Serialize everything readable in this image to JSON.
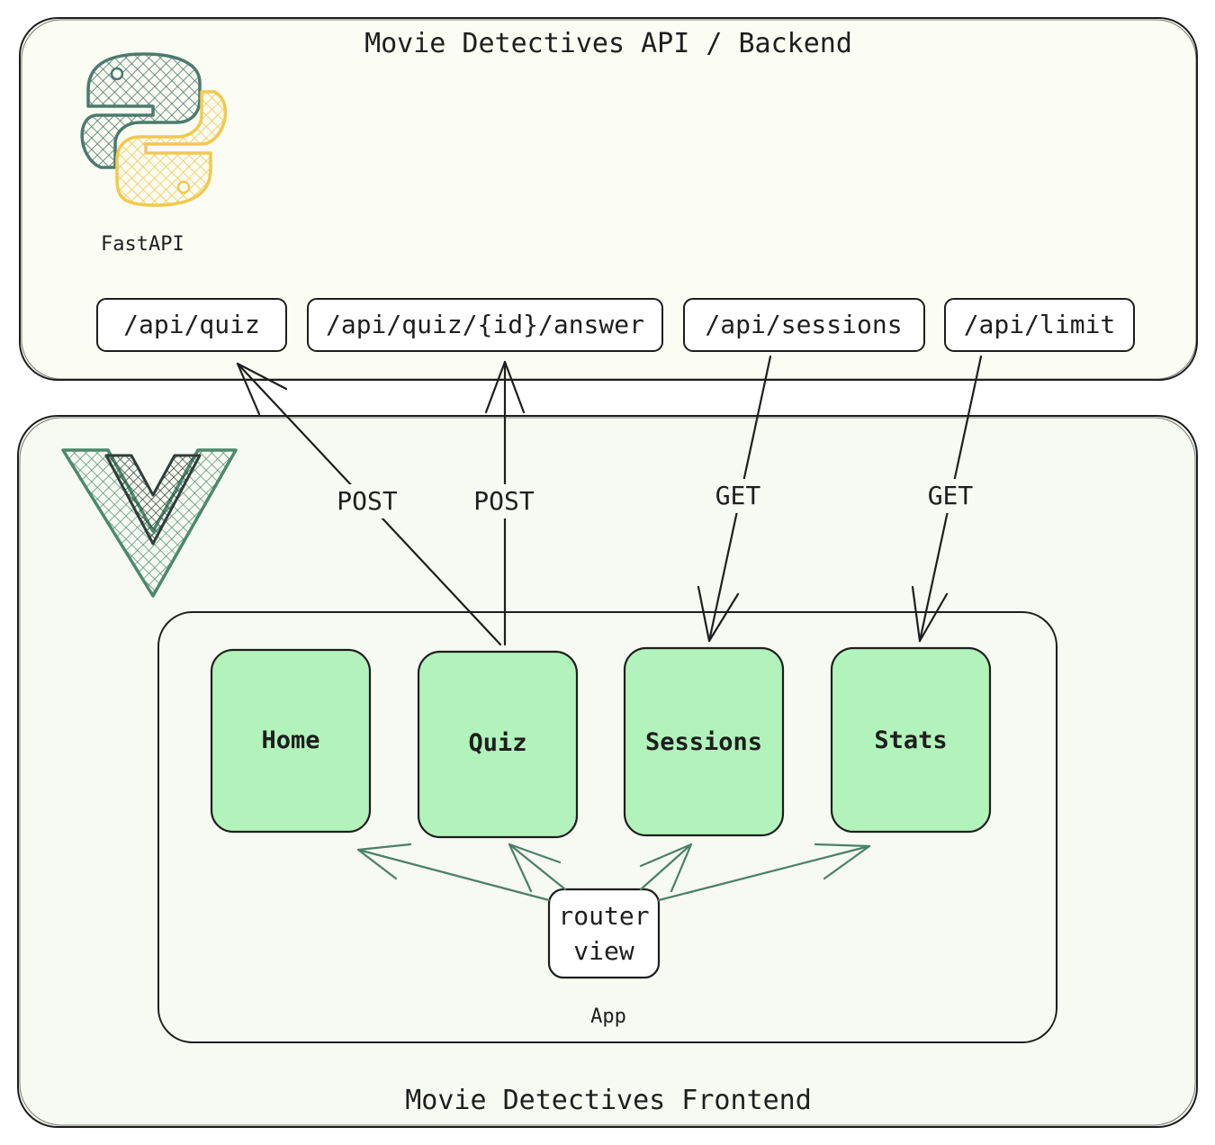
{
  "backend": {
    "title": "Movie Detectives API / Backend",
    "framework_label": "FastAPI",
    "logo_icon": "python-logo-icon",
    "logo_colors": {
      "blue": "#4a7a6e",
      "yellow": "#f2c94c"
    },
    "fill": "#fbfcf3",
    "endpoints": [
      {
        "label": "/api/quiz"
      },
      {
        "label": "/api/quiz/{id}/answer"
      },
      {
        "label": "/api/sessions"
      },
      {
        "label": "/api/limit"
      }
    ]
  },
  "frontend": {
    "title": "Movie Detectives Frontend",
    "logo_icon": "vue-logo-icon",
    "logo_color": "#4a8a6a",
    "fill": "#f7faf2",
    "app": {
      "label": "App",
      "router": {
        "line1": "router",
        "line2": "view"
      },
      "views": [
        {
          "label": "Home"
        },
        {
          "label": "Quiz"
        },
        {
          "label": "Sessions"
        },
        {
          "label": "Stats"
        }
      ],
      "view_fill": "#b2f2bb",
      "router_arrow_color": "#4a7f68"
    }
  },
  "connections": [
    {
      "method": "POST",
      "from": "Quiz",
      "to": "/api/quiz"
    },
    {
      "method": "POST",
      "from": "Quiz",
      "to": "/api/quiz/{id}/answer"
    },
    {
      "method": "GET",
      "from": "/api/sessions",
      "to": "Sessions"
    },
    {
      "method": "GET",
      "from": "/api/limit",
      "to": "Stats"
    }
  ]
}
